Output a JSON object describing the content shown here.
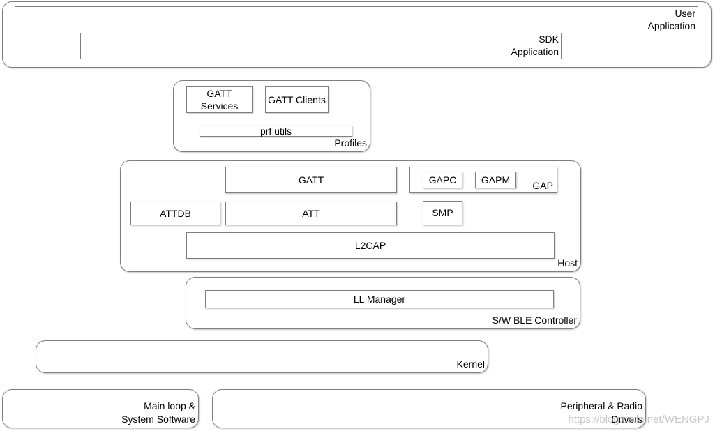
{
  "user_application": {
    "label": "User\nApplication"
  },
  "sdk_application": {
    "label": "SDK\nApplication"
  },
  "profiles": {
    "label": "Profiles",
    "gatt_services": "GATT\nServices",
    "gatt_clients": "GATT Clients",
    "prf_utils": "prf utils"
  },
  "host": {
    "label": "Host",
    "gatt": "GATT",
    "gap": {
      "label": "GAP",
      "gapc": "GAPC",
      "gapm": "GAPM"
    },
    "attdb": "ATTDB",
    "att": "ATT",
    "smp": "SMP",
    "l2cap": "L2CAP"
  },
  "controller": {
    "label": "S/W BLE Controller",
    "ll_manager": "LL Manager"
  },
  "kernel": {
    "label": "Kernel"
  },
  "main_loop": {
    "label": "Main loop &\nSystem Software"
  },
  "peripheral": {
    "label": "Peripheral & Radio\nDrivers"
  },
  "watermark": "https://blog.csdn.net/WENGPJ"
}
